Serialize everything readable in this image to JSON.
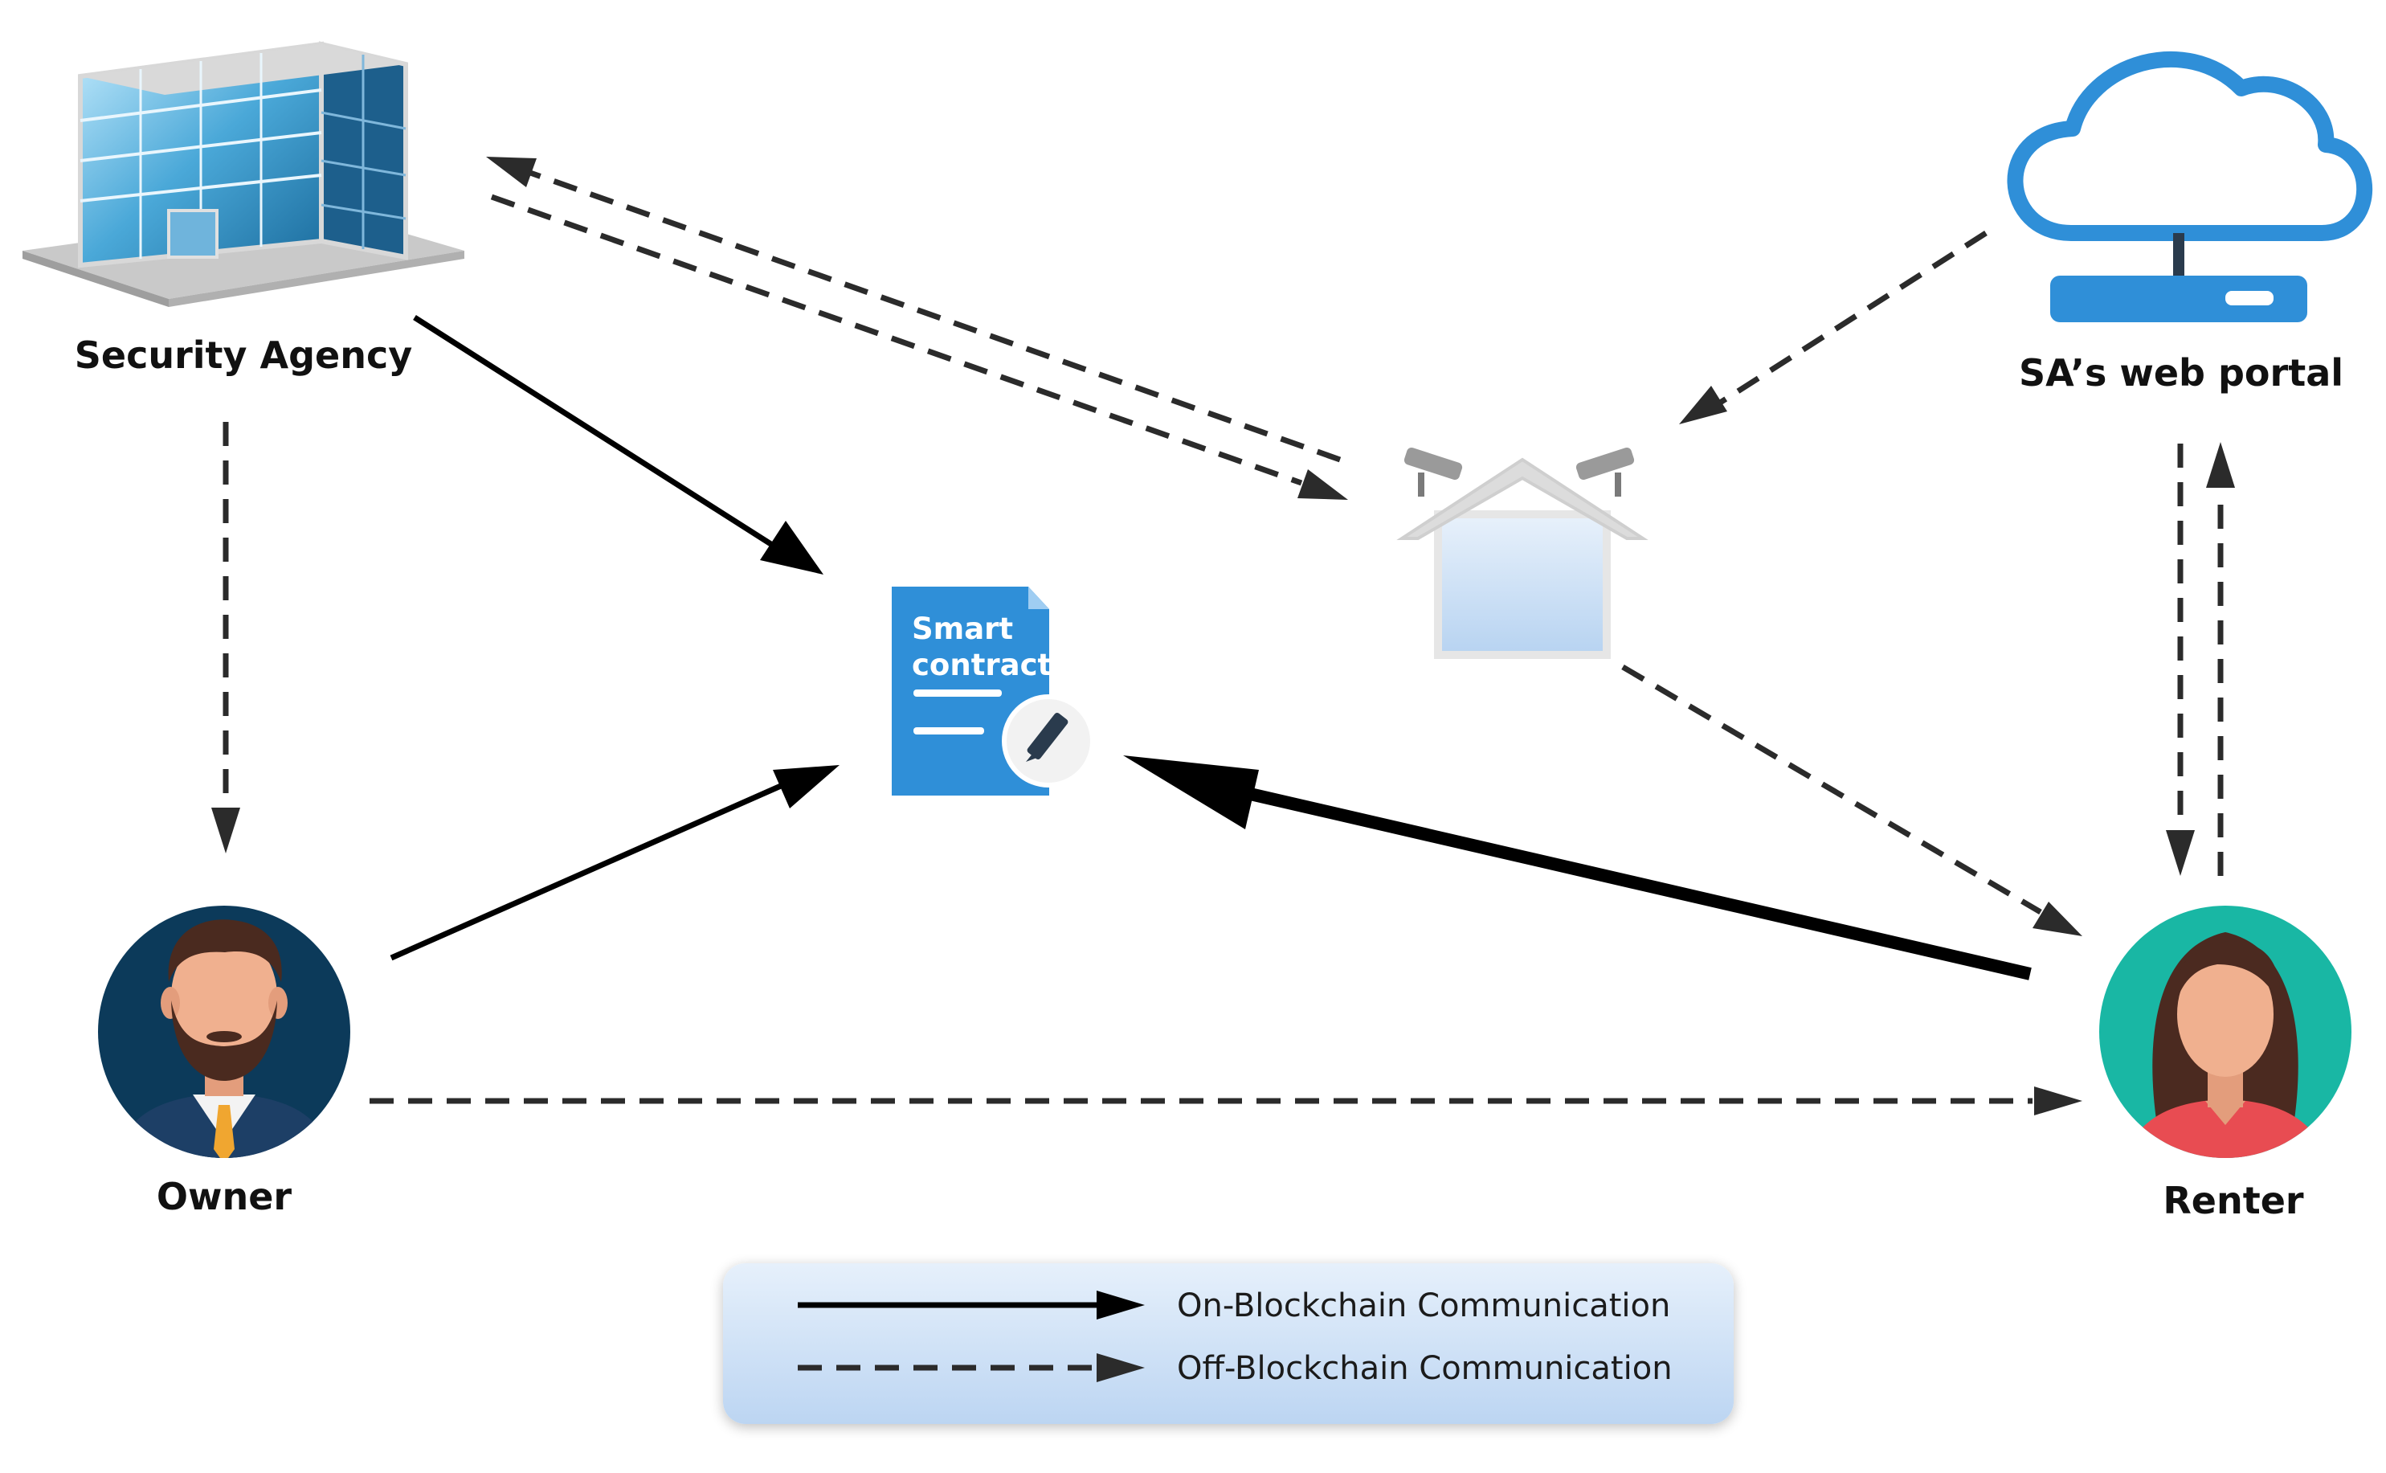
{
  "nodes": {
    "security_agency": {
      "label": "Security Agency",
      "icon": "office-building-icon"
    },
    "web_portal": {
      "label": "SA’s web portal",
      "icon": "cloud-server-icon"
    },
    "smart_contract": {
      "line1": "Smart",
      "line2": "contract",
      "icon": "smart-contract-document-icon"
    },
    "house": {
      "icon": "house-with-cctv-cameras-icon"
    },
    "owner": {
      "label": "Owner",
      "icon": "bearded-man-avatar-icon"
    },
    "renter": {
      "label": "Renter",
      "icon": "woman-avatar-icon"
    }
  },
  "legend": {
    "on_chain": "On-Blockchain Communication",
    "off_chain": "Off-Blockchain Communication"
  },
  "edges": [
    {
      "from": "security_agency",
      "to": "smart_contract",
      "type": "on-blockchain"
    },
    {
      "from": "owner",
      "to": "smart_contract",
      "type": "on-blockchain"
    },
    {
      "from": "renter",
      "to": "smart_contract",
      "type": "on-blockchain"
    },
    {
      "from": "security_agency",
      "to": "owner",
      "type": "off-blockchain"
    },
    {
      "from": "security_agency",
      "to": "house",
      "type": "off-blockchain"
    },
    {
      "from": "house",
      "to": "security_agency",
      "type": "off-blockchain"
    },
    {
      "from": "web_portal",
      "to": "house",
      "type": "off-blockchain"
    },
    {
      "from": "house",
      "to": "renter",
      "type": "off-blockchain"
    },
    {
      "from": "owner",
      "to": "renter",
      "type": "off-blockchain"
    },
    {
      "from": "web_portal",
      "to": "renter",
      "type": "off-blockchain"
    },
    {
      "from": "renter",
      "to": "web_portal",
      "type": "off-blockchain"
    }
  ],
  "colors": {
    "on_chain_arrow": "#000000",
    "off_chain_arrow": "#2b2b2b",
    "smart_contract_blue": "#2f8fd8",
    "portal_blue": "#2f8fd8",
    "owner_circle": "#0c3a5a",
    "renter_circle": "#19b7a4",
    "legend_fill": "#cfe2f7"
  }
}
